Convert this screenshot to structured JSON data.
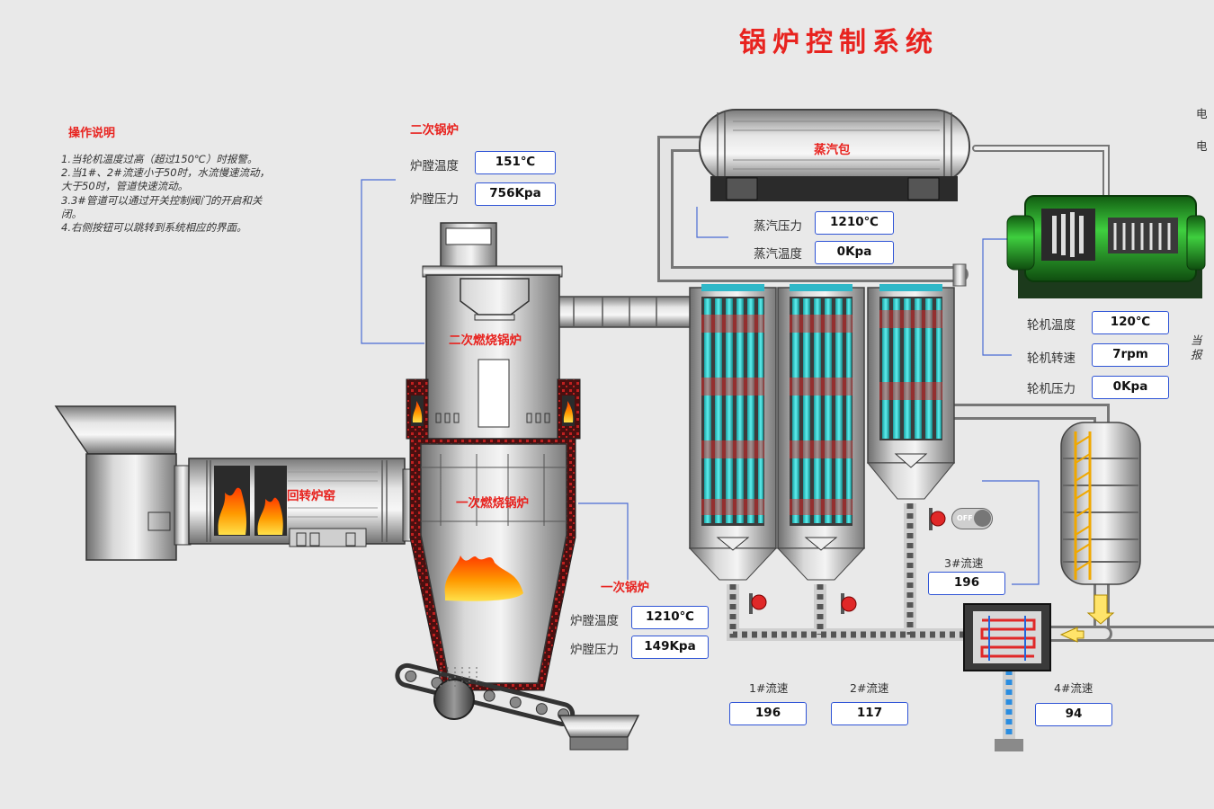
{
  "title": "锅炉控制系统",
  "instructions": {
    "heading": "操作说明",
    "lines": [
      "1.当轮机温度过高（超过150℃）时报警。",
      "2.当1#、2#流速小于50时，水流慢速流动，",
      "大于50时，管道快速流动。",
      "3.3#管道可以通过开关控制阀门的开启和关",
      "闭。",
      "4.右侧按钮可以跳转到系统相应的界面。"
    ]
  },
  "secondary_boiler": {
    "heading": "二次锅炉",
    "temp_label": "炉膛温度",
    "temp_value": "151℃",
    "pressure_label": "炉膛压力",
    "pressure_value": "756Kpa",
    "equipment_label": "二次燃烧锅炉"
  },
  "primary_boiler": {
    "heading": "一次锅炉",
    "temp_label": "炉膛温度",
    "temp_value": "1210℃",
    "pressure_label": "炉膛压力",
    "pressure_value": "149Kpa",
    "equipment_label": "一次燃烧锅炉"
  },
  "rotary_kiln": {
    "label": "回转炉窑"
  },
  "steam_drum": {
    "label": "蒸汽包",
    "pressure_label": "蒸汽压力",
    "pressure_value": "1210℃",
    "temp_label": "蒸汽温度",
    "temp_value": "0Kpa"
  },
  "turbine": {
    "temp_label": "轮机温度",
    "temp_value": "120℃",
    "speed_label": "轮机转速",
    "speed_value": "7rpm",
    "pressure_label": "轮机压力",
    "pressure_value": "0Kpa"
  },
  "flows": {
    "f1_label": "1#流速",
    "f1_value": "196",
    "f2_label": "2#流速",
    "f2_value": "117",
    "f3_label": "3#流速",
    "f3_value": "196",
    "f4_label": "4#流速",
    "f4_value": "94"
  },
  "valve_switch": {
    "label": "OFF"
  },
  "clipped_right": {
    "top1": "电",
    "top2": "电",
    "note1": "当",
    "note2": "报"
  },
  "colors": {
    "accent_red": "#e8231f",
    "box_border": "#2f54d6",
    "turbine_green": "#2aa52a",
    "background": "#e9e9e9"
  }
}
